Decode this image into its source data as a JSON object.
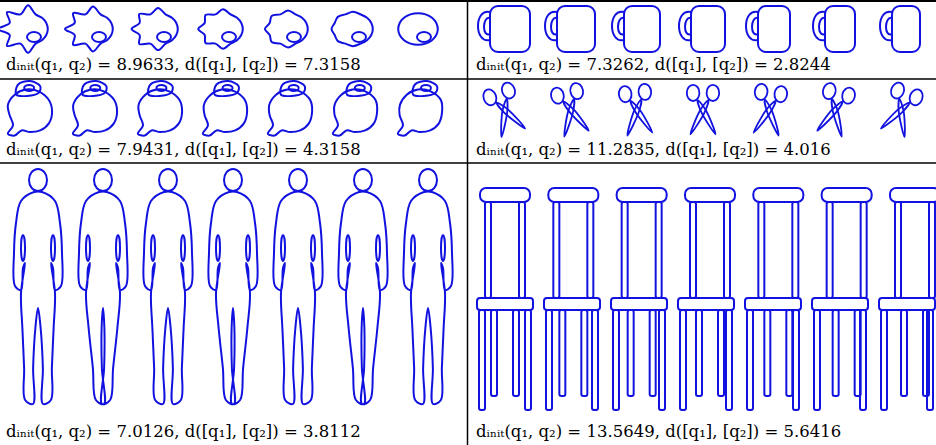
{
  "diagram": {
    "labels": [
      "dᵢₙᵢₜ(q₁, q₂) = 8.9633, d([q₁], [q₂]) = 7.3158",
      "dᵢₙᵢₜ(q₁, q₂) = 7.3262, d([q₁], [q₂]) = 2.8244",
      "dᵢₙᵢₜ(q₁, q₂) = 7.9431, d([q₁], [q₂]) = 4.3158",
      "dᵢₙᵢₜ(q₁, q₂) = 11.2835, d([q₁], [q₂]) = 4.016",
      "dᵢₙᵢₜ(q₁, q₂) = 7.0126, d([q₁], [q₂]) = 3.8112",
      "dᵢₙᵢₜ(q₁, q₂) = 13.5649, d([q₁], [q₂]) = 5.6416"
    ]
  }
}
